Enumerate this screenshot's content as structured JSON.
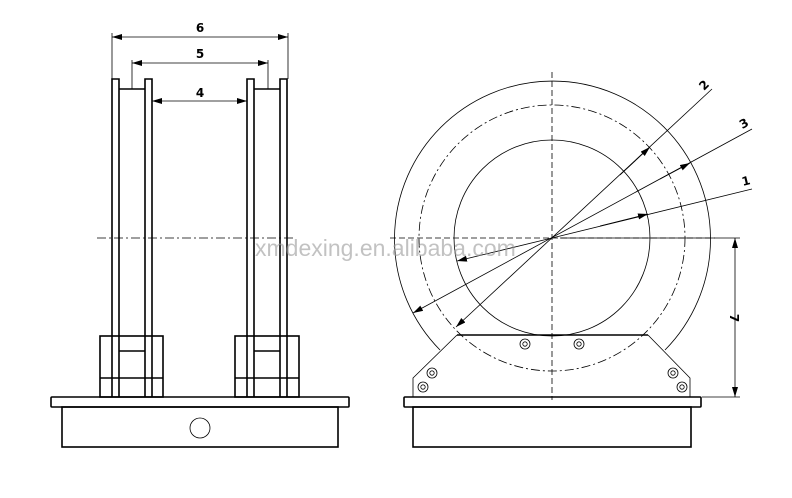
{
  "dimension_labels": {
    "d1": "1",
    "d2": "2",
    "d3": "3",
    "d4": "4",
    "d5": "5",
    "d6": "6",
    "d7": "7"
  },
  "watermark": "xmdexing.en.alibaba.com",
  "colors": {
    "line": "#000000",
    "watermark": "#9a9a9a",
    "background": "#ffffff"
  }
}
